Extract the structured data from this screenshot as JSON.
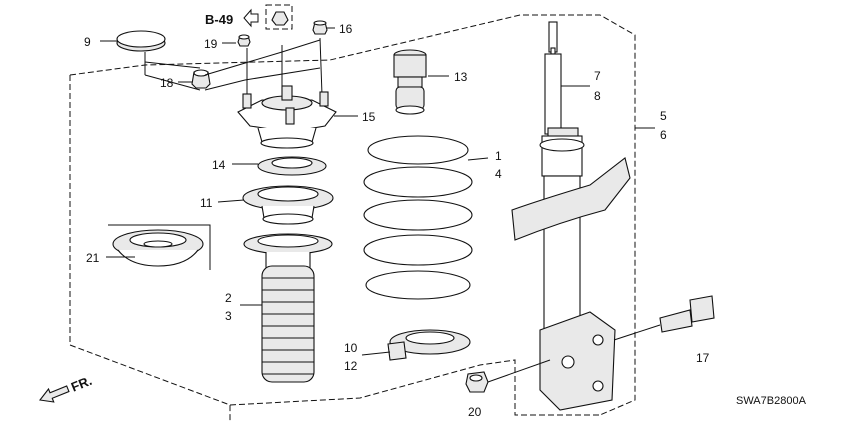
{
  "callouts": {
    "p1": "1",
    "p2": "2",
    "p3": "3",
    "p4": "4",
    "p5": "5",
    "p6": "6",
    "p7": "7",
    "p8": "8",
    "p9": "9",
    "p10": "10",
    "p11": "11",
    "p12": "12",
    "p13": "13",
    "p14": "14",
    "p15": "15",
    "p16": "16",
    "p17": "17",
    "p18": "18",
    "p19": "19",
    "p20": "20",
    "p21": "21"
  },
  "reference": "B-49",
  "front_indicator": "FR.",
  "diagram_code": "SWA7B2800A"
}
